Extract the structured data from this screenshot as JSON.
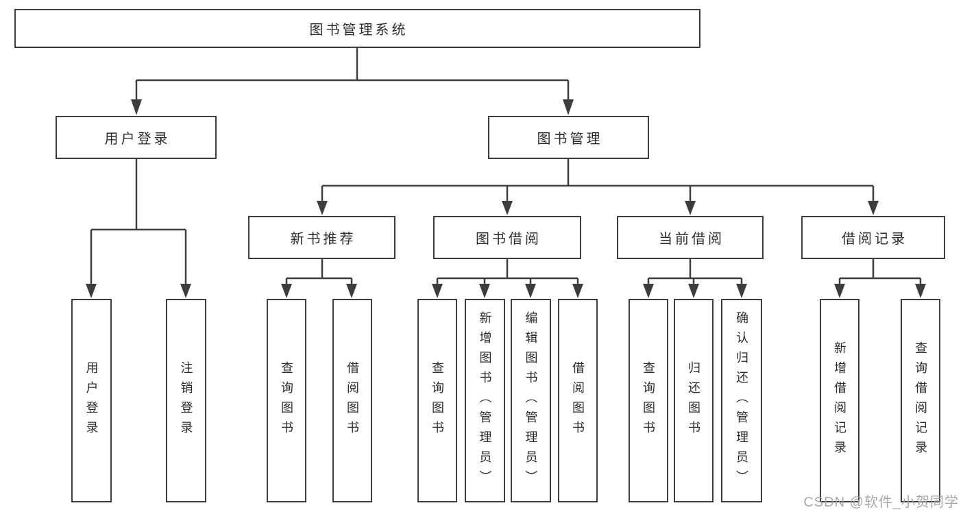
{
  "diagram_title": "图书管理系统",
  "colors": {
    "line": "#3d3d3d",
    "box_border": "#3d3d3d",
    "box_fill": "#ffffff",
    "text": "#2d2d2d",
    "watermark": "#9e9e9e",
    "background": "#ffffff"
  },
  "tree": {
    "root": {
      "label": "图书管理系统"
    },
    "branches": [
      {
        "label": "用户登录",
        "children": [
          {
            "label": "用户登录"
          },
          {
            "label": "注销登录"
          }
        ]
      },
      {
        "label": "图书管理",
        "children": [
          {
            "label": "新书推荐",
            "children": [
              {
                "label": "查询图书"
              },
              {
                "label": "借阅图书"
              }
            ]
          },
          {
            "label": "图书借阅",
            "children": [
              {
                "label": "查询图书"
              },
              {
                "label": "新增图书（管理员）"
              },
              {
                "label": "编辑图书（管理员）"
              },
              {
                "label": "借阅图书"
              }
            ]
          },
          {
            "label": "当前借阅",
            "children": [
              {
                "label": "查询图书"
              },
              {
                "label": "归还图书"
              },
              {
                "label": "确认归还（管理员）"
              }
            ]
          },
          {
            "label": "借阅记录",
            "children": [
              {
                "label": "新增借阅记录"
              },
              {
                "label": "查询借阅记录"
              }
            ]
          }
        ]
      }
    ]
  },
  "watermark": {
    "text": "CSDN @软件_小贺同学"
  }
}
